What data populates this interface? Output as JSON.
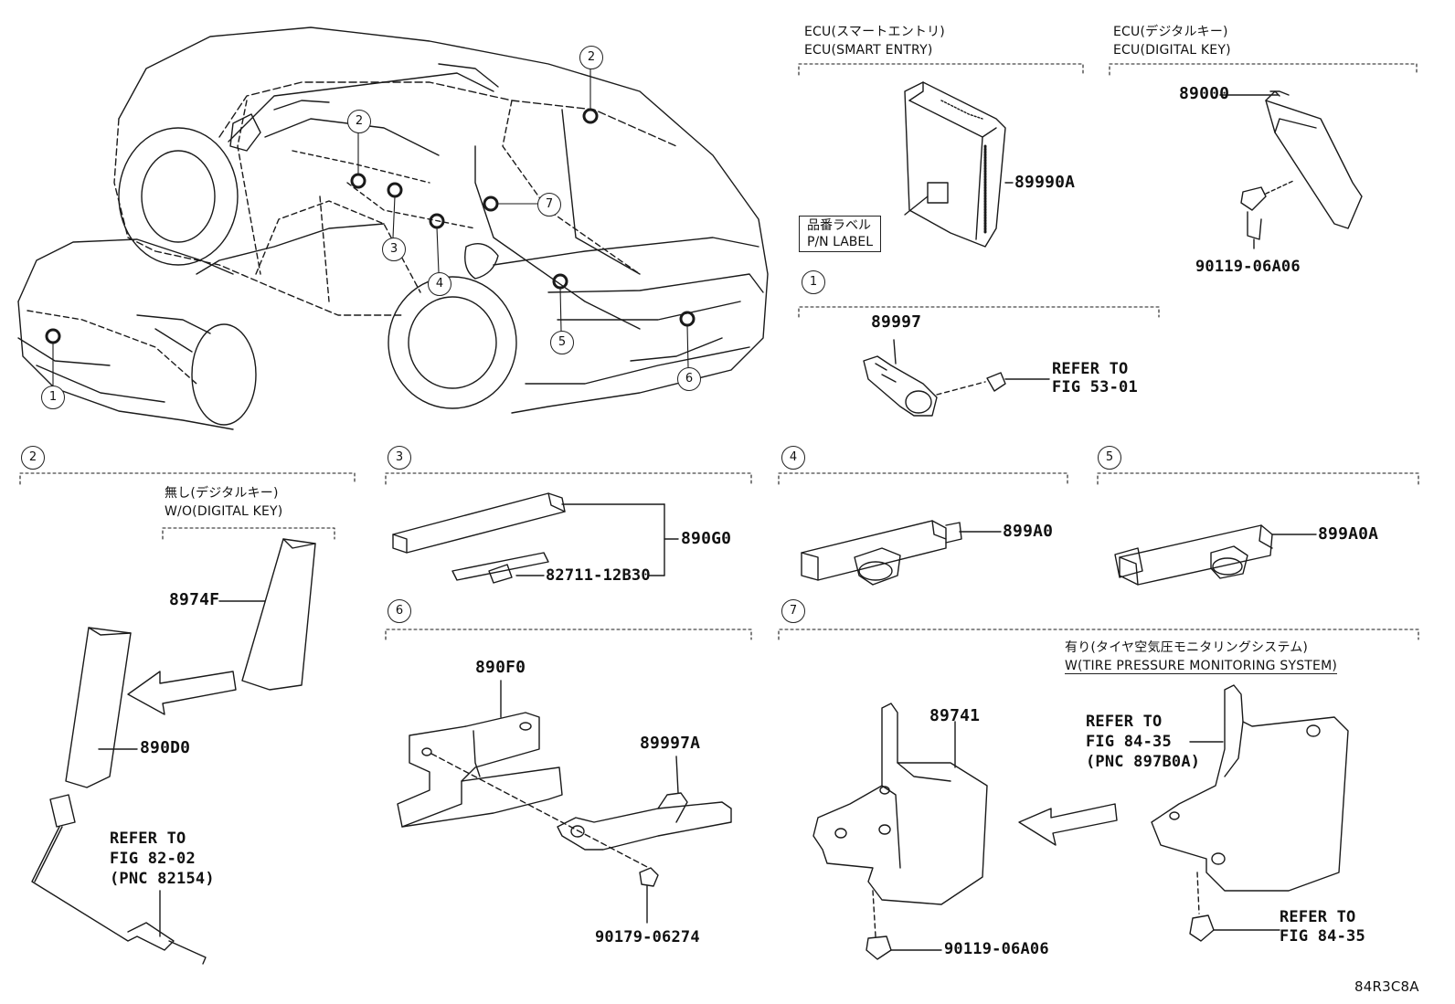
{
  "ecu_smart_entry": {
    "jp": "ECU(スマートエントリ)",
    "en": "ECU(SMART ENTRY)",
    "part": "89990A",
    "pn_label_jp": "品番ラベル",
    "pn_label_en": "P/N LABEL"
  },
  "ecu_digital_key": {
    "jp": "ECU(デジタルキー)",
    "en": "ECU(DIGITAL KEY)",
    "part": "89000",
    "bolt": "90119-06A06"
  },
  "callouts": [
    "1",
    "2",
    "3",
    "4",
    "5",
    "6",
    "7"
  ],
  "section1": {
    "num": "1",
    "part": "89997",
    "refer1": "REFER TO",
    "refer2": "FIG 53-01"
  },
  "section2": {
    "num": "2",
    "cond_jp": "無し(デジタルキー)",
    "cond_en": "W/O(DIGITAL KEY)",
    "part_a": "8974F",
    "part_b": "890D0",
    "refer1": "REFER TO",
    "refer2": "FIG 82-02",
    "refer3": "(PNC 82154)"
  },
  "section3": {
    "num": "3",
    "part": "890G0",
    "sub": "82711-12B30"
  },
  "section4": {
    "num": "4",
    "part": "899A0"
  },
  "section5": {
    "num": "5",
    "part": "899A0A"
  },
  "section6": {
    "num": "6",
    "part_a": "890F0",
    "part_b": "89997A",
    "clip": "90179-06274"
  },
  "section7": {
    "num": "7",
    "cond_jp": "有り(タイヤ空気圧モニタリングシステム)",
    "cond_en": "W(TIRE PRESSURE MONITORING SYSTEM)",
    "part": "89741",
    "bolt": "90119-06A06",
    "refer_a1": "REFER TO",
    "refer_a2": "FIG 84-35",
    "refer_a3": "(PNC 897B0A)",
    "refer_b1": "REFER TO",
    "refer_b2": "FIG 84-35"
  },
  "diagram_code": "84R3C8A"
}
